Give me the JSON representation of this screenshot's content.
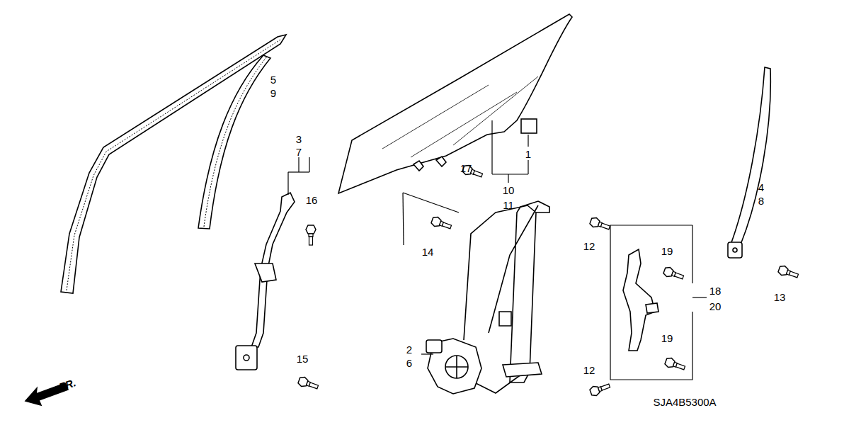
{
  "diagram": {
    "labels": [
      "5",
      "9",
      "3",
      "7",
      "16",
      "17",
      "1",
      "10",
      "11",
      "14",
      "12",
      "2",
      "6",
      "12",
      "19",
      "18",
      "20",
      "19",
      "4",
      "8",
      "13",
      "15",
      "FR.",
      "SJA4B5300A"
    ]
  }
}
